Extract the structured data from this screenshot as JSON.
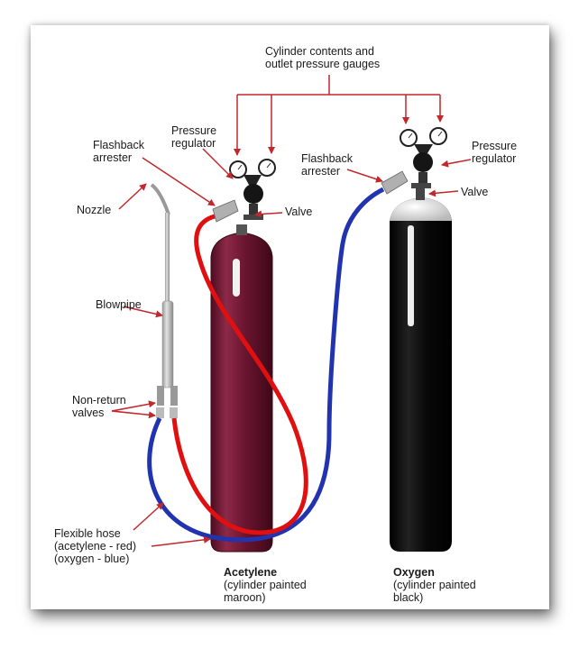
{
  "labels": {
    "gauges_line1": "Cylinder contents and",
    "gauges_line2": "outlet pressure gauges",
    "pressure_regulator_left_1": "Pressure",
    "pressure_regulator_left_2": "regulator",
    "flashback_left_1": "Flashback",
    "flashback_left_2": "arrester",
    "nozzle": "Nozzle",
    "valve_left": "Valve",
    "flashback_right_1": "Flashback",
    "flashback_right_2": "arrester",
    "pressure_regulator_right_1": "Pressure",
    "pressure_regulator_right_2": "regulator",
    "valve_right": "Valve",
    "blowpipe": "Blowpipe",
    "nonreturn_1": "Non-return",
    "nonreturn_2": "valves",
    "hose_1": "Flexible hose",
    "hose_2": "(acetylene - red)",
    "hose_3": "(oxygen - blue)",
    "acetylene_title": "Acetylene",
    "acetylene_note_1": "(cylinder painted",
    "acetylene_note_2": "maroon)",
    "oxygen_title": "Oxygen",
    "oxygen_note_1": "(cylinder painted",
    "oxygen_note_2": "black)"
  },
  "colors": {
    "acetylene_cylinder": "#6b1530",
    "oxygen_cylinder": "#060606",
    "acetylene_hose": "#e01010",
    "oxygen_hose": "#2233b0",
    "arrow": "#c0282c"
  }
}
